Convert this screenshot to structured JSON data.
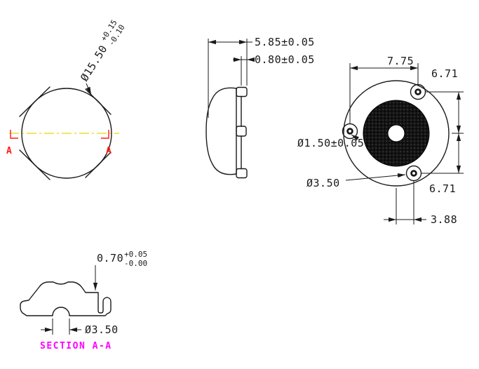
{
  "colors": {
    "line": "#1a1a1a",
    "centerline": "#e6d800",
    "section_marker": "#ff1a1a",
    "hatch": "#ff00ff",
    "caption": "#ff00ff"
  },
  "front_view": {
    "diameter_dim": "Ø15.50",
    "diameter_tol_plus": "+0.15",
    "diameter_tol_minus": "-0.10",
    "section_label_left": "A",
    "section_label_right": "A"
  },
  "side_view": {
    "overall_width_dim": "5.85±0.05",
    "flange_thickness_dim": "0.80±0.05"
  },
  "back_view": {
    "hole_spacing_dim": "7.75",
    "upper_offset_dim": "6.71",
    "lower_offset_dim": "6.71",
    "horizontal_offset_dim": "3.88",
    "port_hole_dim": "Ø1.50±0.05",
    "mount_hole_dim": "Ø3.50"
  },
  "section_view": {
    "step_dim": "0.70",
    "step_tol_plus": "+0.05",
    "step_tol_minus": "-0.00",
    "hole_dim": "Ø3.50",
    "caption": "SECTION A-A"
  }
}
